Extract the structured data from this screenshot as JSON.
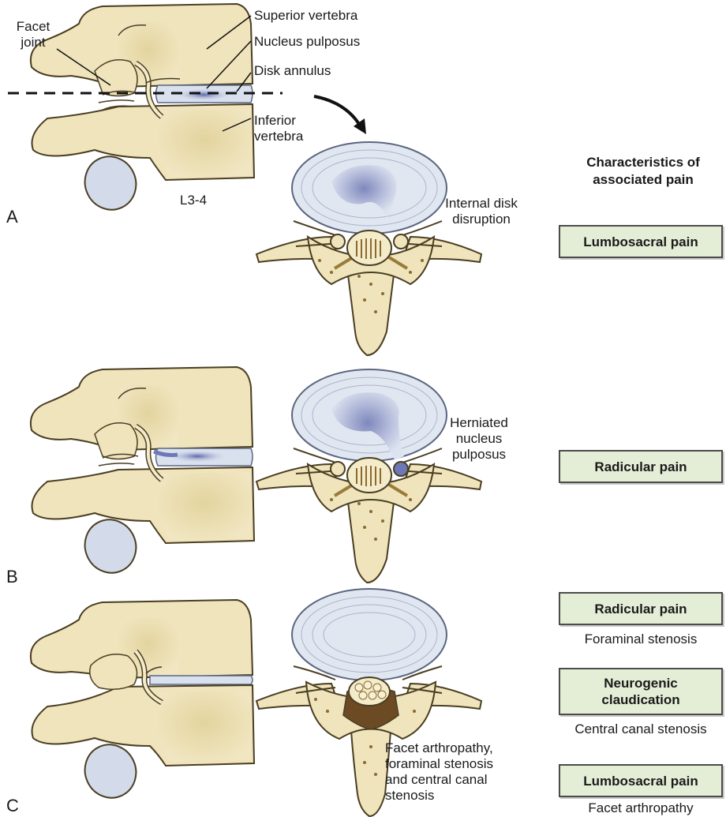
{
  "panel_a": {
    "letter": "A",
    "labels": {
      "facet_joint_1": "Facet",
      "facet_joint_2": "joint",
      "superior_vertebra": "Superior vertebra",
      "nucleus_pulposus": "Nucleus pulposus",
      "disk_annulus": "Disk annulus",
      "inferior_vertebra_1": "Inferior",
      "inferior_vertebra_2": "vertebra",
      "level": "L3-4",
      "internal_disruption_1": "Internal disk",
      "internal_disruption_2": "disruption"
    }
  },
  "panel_b": {
    "letter": "B",
    "labels": {
      "herniated_1": "Herniated",
      "herniated_2": "nucleus",
      "herniated_3": "pulposus"
    }
  },
  "panel_c": {
    "letter": "C",
    "labels": {
      "facet_1": "Facet arthropathy,",
      "facet_2": "foraminal stenosis",
      "facet_3": "and central canal",
      "facet_4": "stenosis"
    }
  },
  "pain_column": {
    "heading_1": "Characteristics of",
    "heading_2": "associated pain",
    "a_box": "Lumbosacral pain",
    "b_box": "Radicular pain",
    "c_box_1": "Radicular pain",
    "c_sub_1": "Foraminal stenosis",
    "c_box_2_line1": "Neurogenic",
    "c_box_2_line2": "claudication",
    "c_sub_2": "Central canal stenosis",
    "c_box_3": "Lumbosacral pain",
    "c_sub_3": "Facet arthropathy"
  },
  "colors": {
    "bone": "#ecdcaa",
    "bone_dark": "#b49a55",
    "disk": "#d8e0ec",
    "nucleus": "#6f78b6",
    "box_fill": "#e4eed7",
    "stenosis": "#6b4a24"
  }
}
